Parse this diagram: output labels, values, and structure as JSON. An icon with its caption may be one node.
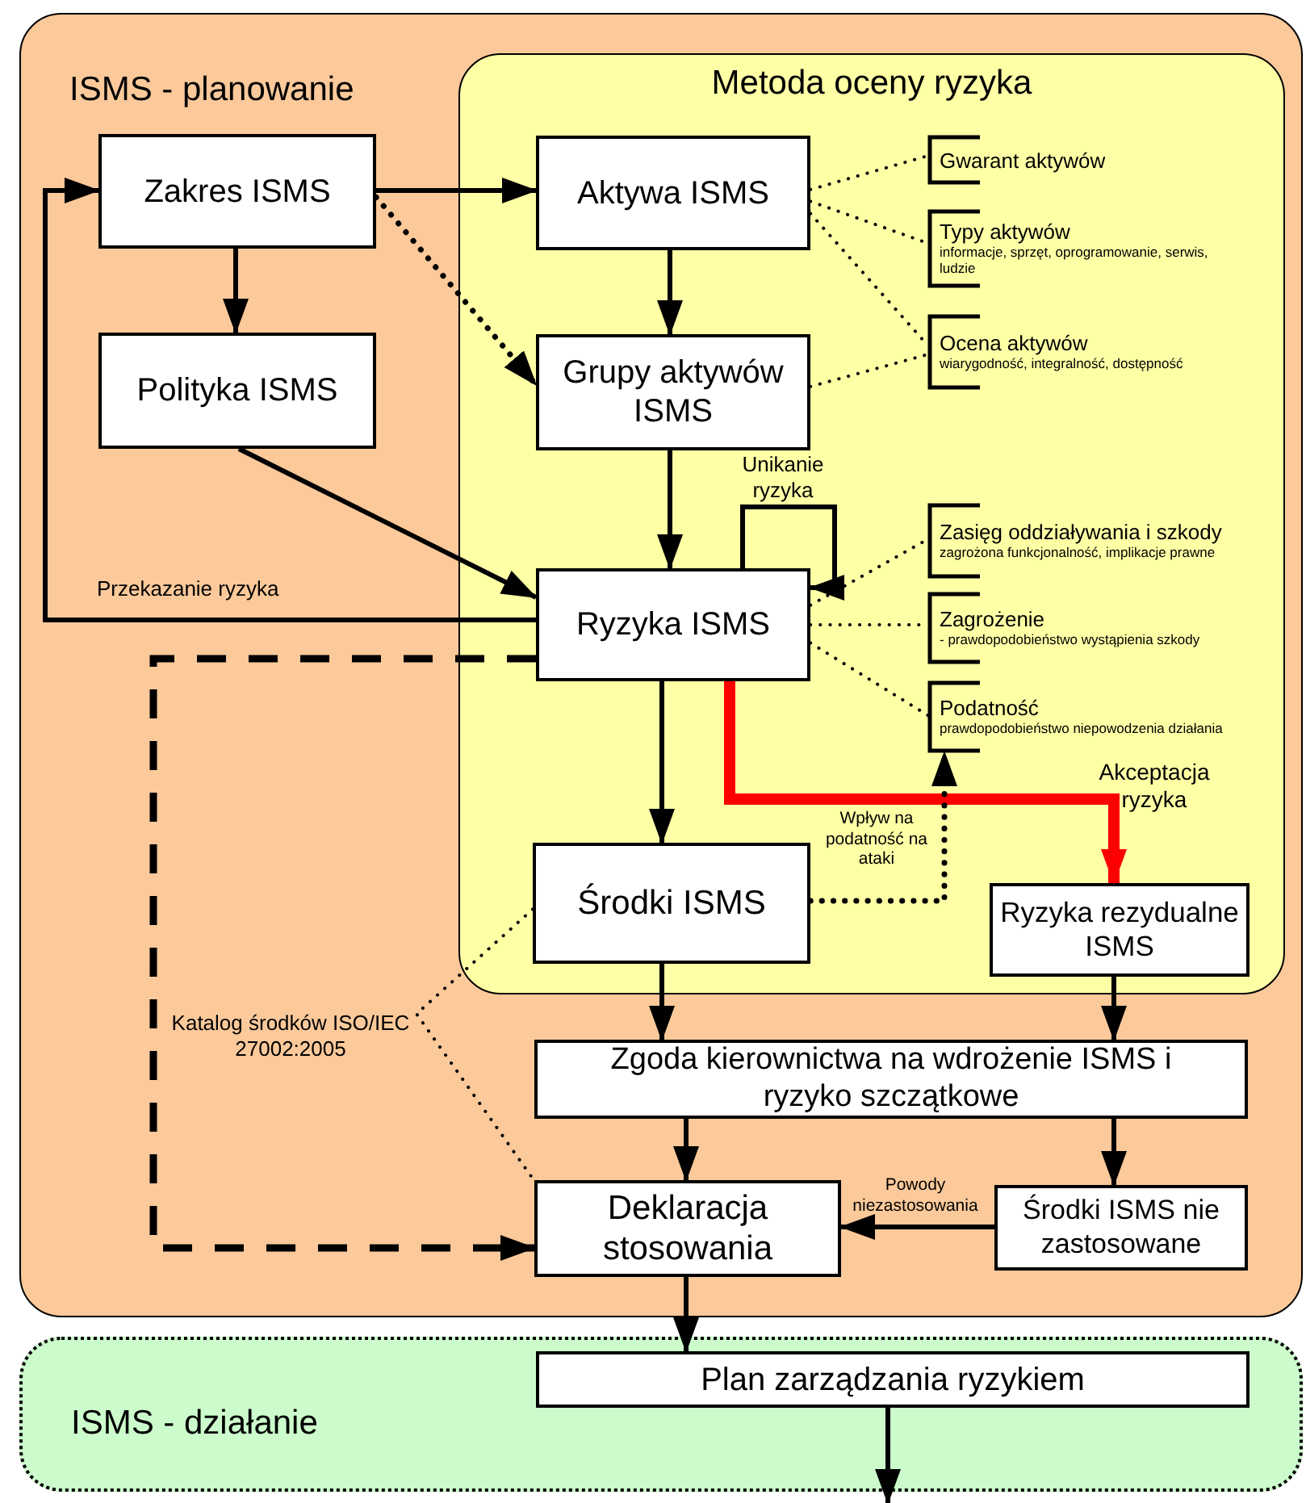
{
  "diagram": {
    "nodes": [
      {
        "text": [
          "ISMS - planowanie"
        ]
      },
      {
        "text": [
          "Metoda oceny ryzyka"
        ],
        "in": 0
      },
      {
        "text": [
          "Zakres ISMS"
        ],
        "in": 0
      },
      {
        "text": [
          "Polityka ISMS"
        ],
        "in": 0
      },
      {
        "text": [
          "Aktywa ISMS"
        ],
        "in": 1
      },
      {
        "text": [
          "Grupy aktywów ISMS"
        ],
        "in": 1
      },
      {
        "text": [
          "Ryzyka ISMS"
        ],
        "in": 1
      },
      {
        "text": [
          "Środki ISMS"
        ],
        "in": 1
      },
      {
        "text": [
          "Ryzyka rezydualne ISMS"
        ],
        "in": 1
      },
      {
        "text": [
          "Gwarant aktywów"
        ],
        "in": 1
      },
      {
        "text": [
          "Typy aktywów",
          "informacje, sprzęt, oprogramowanie, serwis, ludzie"
        ],
        "in": 1
      },
      {
        "text": [
          "Ocena aktywów",
          "wiarygodność, integralność, dostępność"
        ],
        "in": 1
      },
      {
        "text": [
          "Zasięg oddziaływania i szkody",
          "zagrożona funkcjonalność, implikacje prawne"
        ],
        "in": 1
      },
      {
        "text": [
          "Zagrożenie",
          "- prawdopodobieństwo wystąpienia szkody"
        ],
        "in": 1
      },
      {
        "text": [
          "Podatność",
          "prawdopodobieństwo niepowodzenia działania"
        ],
        "in": 1
      },
      {
        "text": [
          "Zgoda kierownictwa na wdrożenie ISMS i ryzyko szczątkowe"
        ],
        "in": 0
      },
      {
        "text": [
          "Deklaracja stosowania"
        ],
        "in": 0
      },
      {
        "text": [
          "Środki ISMS nie zastosowane"
        ],
        "in": 0
      },
      {
        "text": [
          "ISMS - działanie"
        ]
      },
      {
        "text": [
          "Plan zarządzania ryzykiem"
        ],
        "in": 18
      }
    ],
    "edges": [
      {
        "from": 2,
        "to": 4,
        "arrow": "to"
      },
      {
        "from": 2,
        "to": 5,
        "arrow": "to",
        "style": "dashed"
      },
      {
        "from": 2,
        "to": 3,
        "arrow": "to"
      },
      {
        "from": 3,
        "to": 6,
        "arrow": "to"
      },
      {
        "from": 4,
        "to": 5,
        "arrow": "to"
      },
      {
        "from": 5,
        "to": 6,
        "arrow": "to"
      },
      {
        "from": 6,
        "to": 6,
        "arrow": "to",
        "label": "Unikanie ryzyka"
      },
      {
        "from": 6,
        "to": 2,
        "arrow": "to",
        "label": "Przekazanie ryzyka"
      },
      {
        "from": 6,
        "to": 16,
        "arrow": "to",
        "style": "dashed"
      },
      {
        "from": 6,
        "to": 7,
        "arrow": "to"
      },
      {
        "from": 6,
        "to": 8,
        "arrow": "to",
        "label": "Akceptacja ryzyka",
        "style": "thick",
        "color": "#ff0000"
      },
      {
        "from": 7,
        "to": 14,
        "arrow": "to",
        "label": "Wpływ na podatność na ataki",
        "style": "dashed"
      },
      {
        "from": 7,
        "to": 15,
        "arrow": "to"
      },
      {
        "from": 8,
        "to": 15,
        "arrow": "to"
      },
      {
        "from": 15,
        "to": 16,
        "arrow": "to"
      },
      {
        "from": 15,
        "to": 17,
        "arrow": "to"
      },
      {
        "from": 17,
        "to": 16,
        "arrow": "to",
        "label": "Powody niezastosowania"
      },
      {
        "from": 16,
        "to": 19,
        "arrow": "to"
      },
      {
        "from": 19,
        "to": null,
        "arrow": "to"
      },
      {
        "from": 7,
        "to": 16,
        "arrow": "none",
        "label": "Katalog środków ISO/IEC 27002:2005",
        "style": "dashed"
      },
      {
        "from": 4,
        "to": 9,
        "arrow": "none",
        "style": "dashed"
      },
      {
        "from": 4,
        "to": 10,
        "arrow": "none",
        "style": "dashed"
      },
      {
        "from": 4,
        "to": 11,
        "arrow": "none",
        "style": "dashed"
      },
      {
        "from": 5,
        "to": 11,
        "arrow": "none",
        "style": "dashed"
      },
      {
        "from": 6,
        "to": 12,
        "arrow": "none",
        "style": "dashed"
      },
      {
        "from": 6,
        "to": 13,
        "arrow": "none",
        "style": "dashed"
      },
      {
        "from": 6,
        "to": 14,
        "arrow": "none",
        "style": "dashed"
      }
    ]
  }
}
